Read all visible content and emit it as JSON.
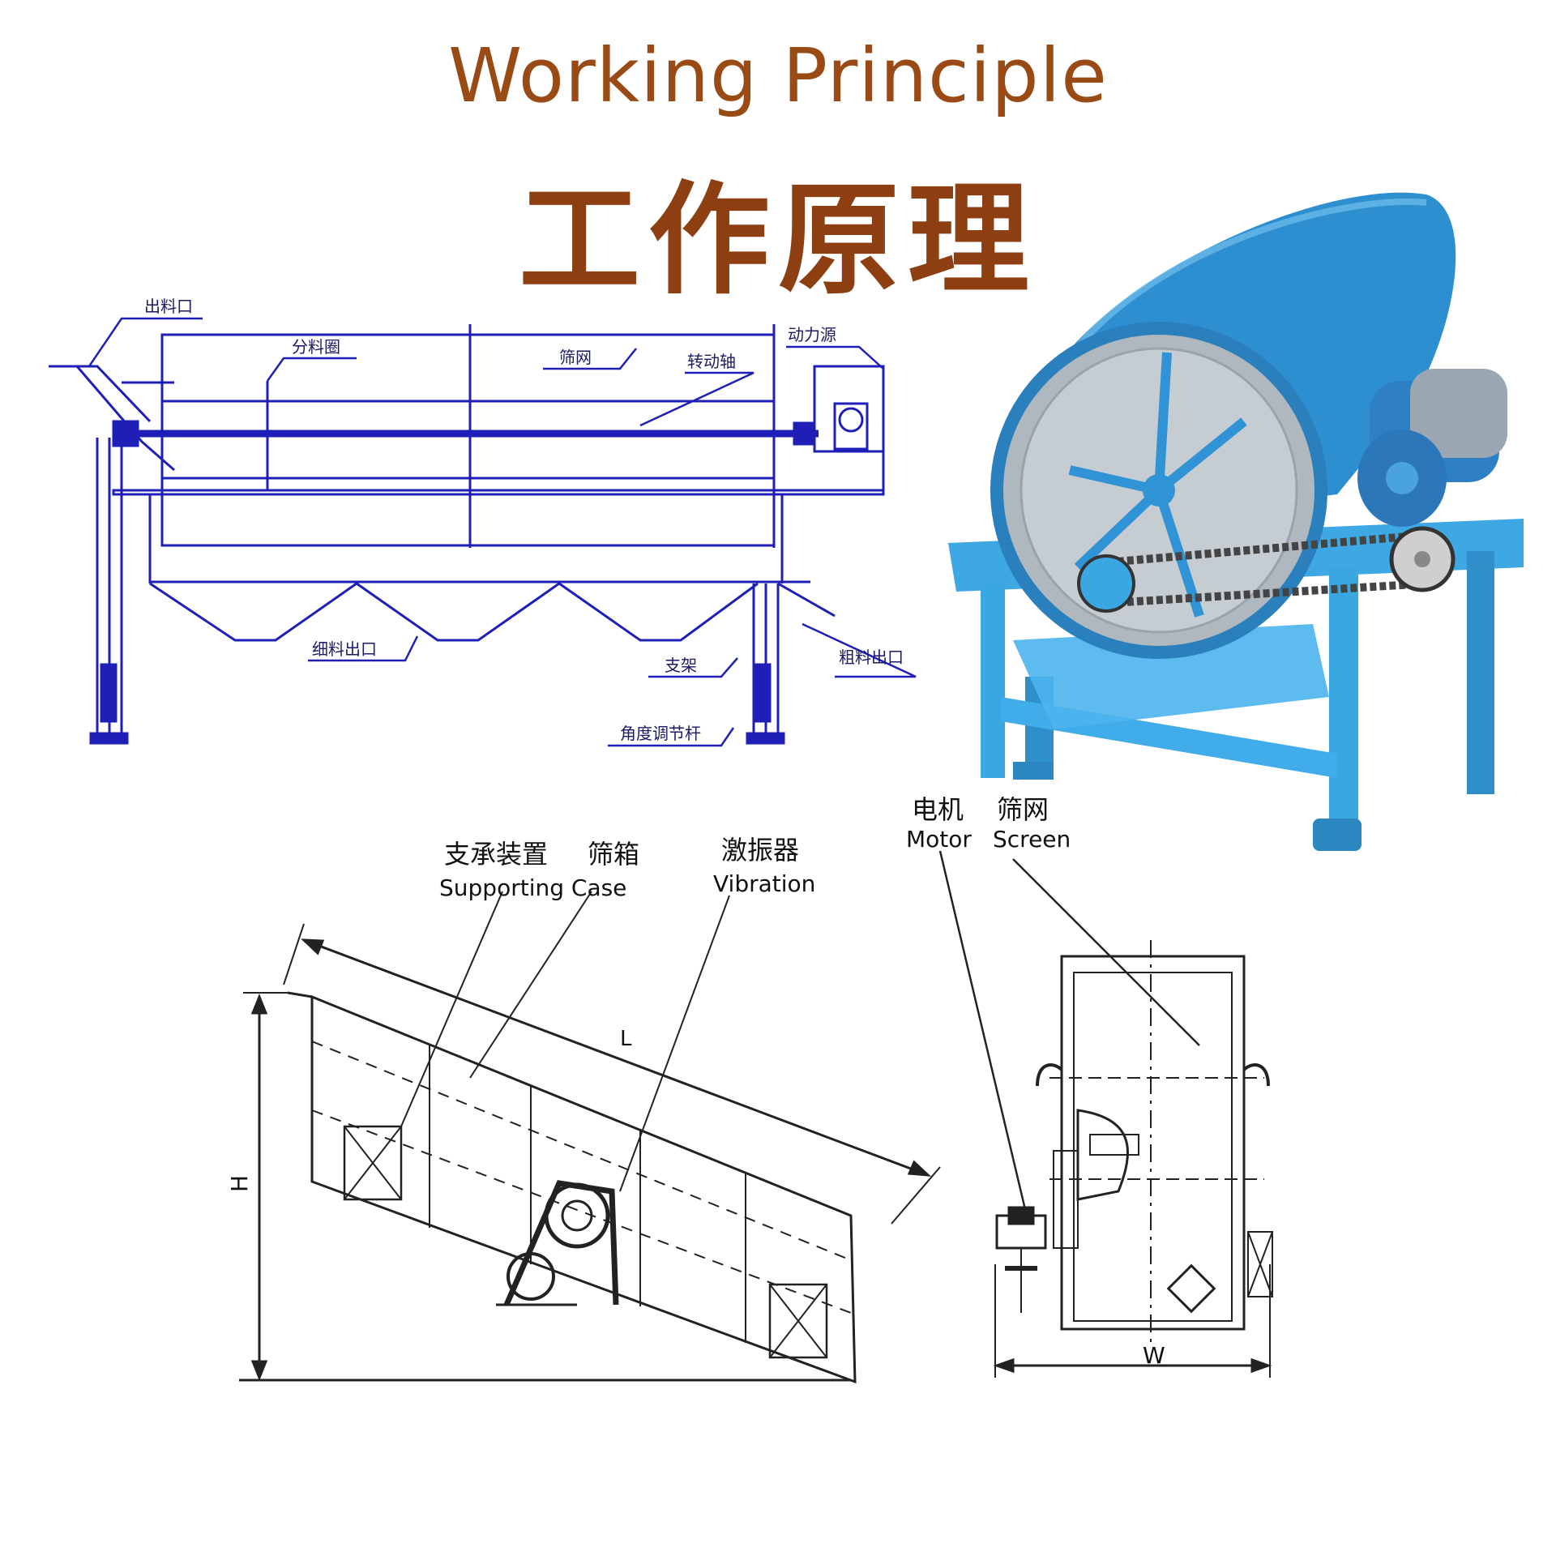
{
  "title_en": "Working Principle",
  "title_cn": "工作原理",
  "top_diagram": {
    "labels": {
      "discharge_port": "出料口",
      "material_ring": "分料圈",
      "screen_mesh": "筛网",
      "drive": "动力源",
      "rotating_shaft": "转动轴",
      "fine_outlet": "细料出口",
      "support": "支架",
      "coarse_outlet": "粗料出口",
      "angle_adjuster": "角度调节杆"
    }
  },
  "bottom_diagram": {
    "labels": {
      "support_cn": "支承装置",
      "case_cn": "筛箱",
      "support_case_en": "Supporting Case",
      "vibrator_cn": "激振器",
      "vibrator_en": "Vibration",
      "motor_cn": "电机",
      "motor_en": "Motor",
      "screen_cn": "筛网",
      "screen_en": "Screen",
      "dim_l": "L",
      "dim_h": "H",
      "dim_w": "W"
    }
  },
  "colors": {
    "title": "#9a4a14",
    "blueprint": "#1f1fb8",
    "machine": "#2f93d6",
    "frame": "#38a9e6"
  }
}
